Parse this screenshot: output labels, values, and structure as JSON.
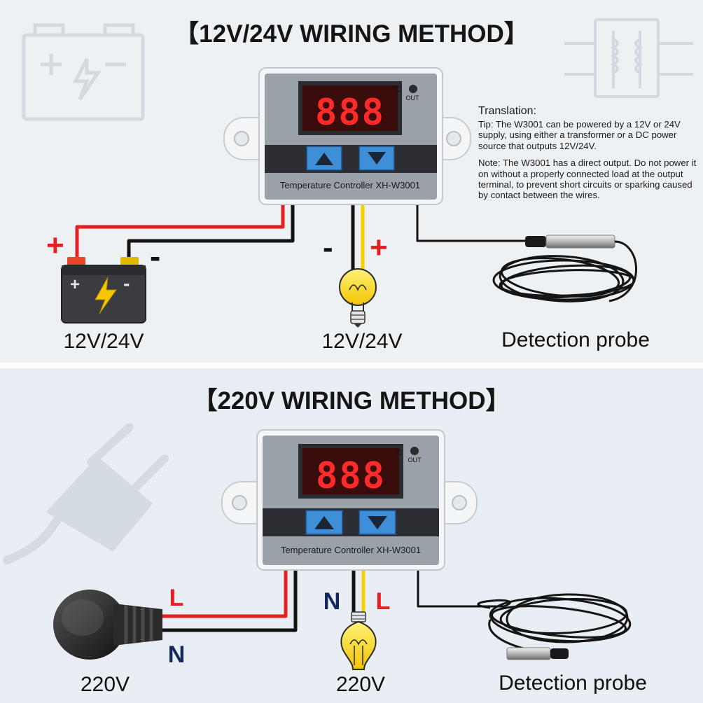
{
  "top": {
    "title": "【12V/24V WIRING METHOD】",
    "controller": {
      "display": "888",
      "unit": "°C",
      "out_label": "OUT",
      "name": "Temperature Controller  XH-W3001"
    },
    "battery": {
      "plus": "+",
      "minus": "-",
      "label": "12V/24V"
    },
    "lamp": {
      "minus": "-",
      "plus": "+",
      "label": "12V/24V"
    },
    "probe": {
      "label": "Detection probe"
    },
    "note": {
      "heading": "Translation:",
      "tip": "Tip: The W3001 can be powered by a 12V or 24V supply, using either a transformer or a DC power source that outputs 12V/24V.",
      "warning": "Note: The W3001 has a direct output. Do not power it on without a properly connected load at the output terminal, to prevent short circuits or sparking caused by contact between the wires."
    }
  },
  "bottom": {
    "title": "【220V WIRING METHOD】",
    "controller": {
      "display": "888",
      "unit": "°C",
      "out_label": "OUT",
      "name": "Temperature Controller  XH-W3001"
    },
    "plug": {
      "l": "L",
      "n": "N",
      "label": "220V"
    },
    "lamp": {
      "n": "N",
      "l": "L",
      "label": "220V"
    },
    "probe": {
      "label": "Detection probe"
    }
  },
  "colors": {
    "wire_red": "#e41f1f",
    "wire_black": "#121212",
    "wire_yellow": "#f7d000",
    "button_blue": "#3f8fd8",
    "display_red": "#ff2a2a",
    "letter_red": "#e41f1f",
    "letter_navy": "#14285c"
  }
}
